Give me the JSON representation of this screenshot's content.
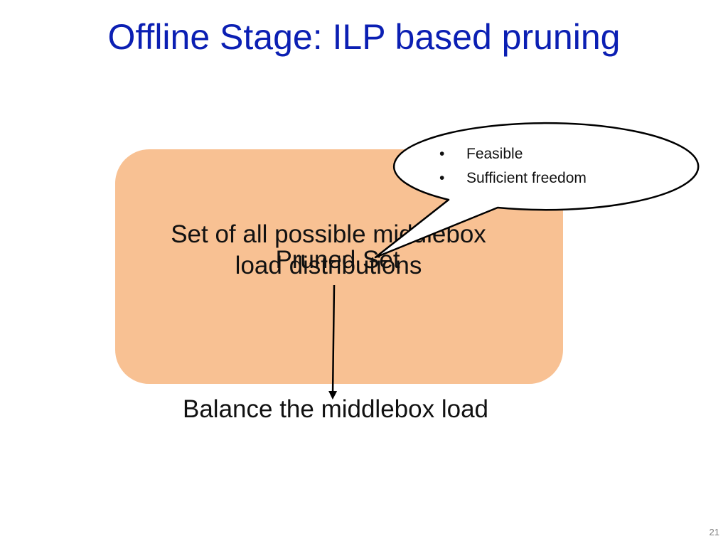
{
  "slide": {
    "title": "Offline Stage: ILP based pruning",
    "number": "21"
  },
  "diagram": {
    "box_label_line1": "Set of all possible middlebox",
    "box_label_line2": "load distributions",
    "pruned_label": "Pruned Set",
    "callout_items": [
      {
        "bullet": "•",
        "text": "Feasible"
      },
      {
        "bullet": "•",
        "text": "Sufficient freedom"
      }
    ],
    "outcome_label": "Balance the middlebox load"
  },
  "colors": {
    "title": "#0b1fb3",
    "box_fill": "#f8c193",
    "text": "#111111",
    "callout_stroke": "#000000",
    "callout_fill": "#ffffff"
  }
}
